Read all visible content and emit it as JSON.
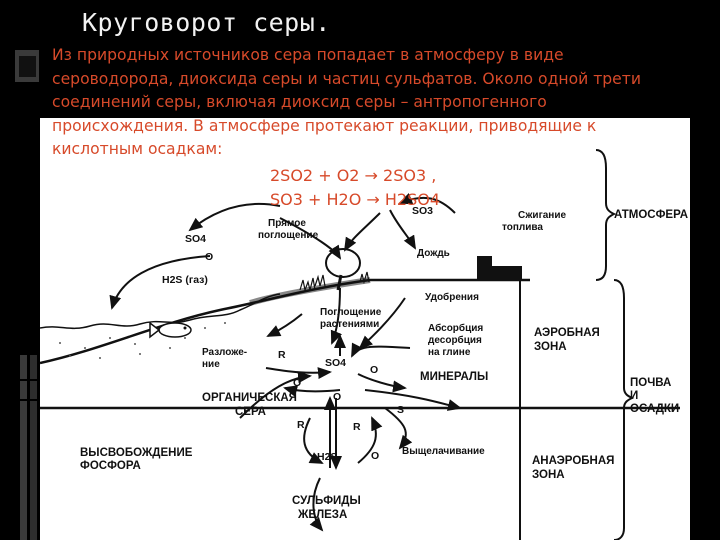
{
  "title": "Круговорот серы.",
  "body_lines": [
    "Из природных источников сера попадает в атмосферу в виде",
    "сероводорода, диоксида серы и частиц сульфатов. Около одной трети",
    "соединений серы, включая диоксид серы – антропогенного",
    "происхождения. В атмосфере протекают реакции, приводящие к",
    "кислотным осадкам:"
  ],
  "equations": [
    "2SO2 + O2 → 2SO3 ,",
    "SO3 + H2O → H2SO4"
  ],
  "diagram": {
    "labels": {
      "so3": "SO3",
      "direct_absorption": [
        "Прямое",
        "поглощение"
      ],
      "fuel_burning": [
        "Сжигание",
        "топлива"
      ],
      "atmosphere": "АТМОСФЕРА",
      "so4_top": "SO4",
      "o_top": "O",
      "h2s_gas": "H2S (газ)",
      "rain": "Дождь",
      "fertilizers": "Удобрения",
      "plant_uptake": [
        "Поглощение",
        "растениями"
      ],
      "absorption_desorption": [
        "Абсорбция",
        "десорбция",
        "на глине"
      ],
      "aerobic_zone": [
        "АЭРОБНАЯ",
        "ЗОНА"
      ],
      "decomposition": [
        "Разложе-",
        "ние"
      ],
      "r1": "R",
      "so4_mid": "SO4",
      "o_mid": "O",
      "minerals": "МИНЕРАЛЫ",
      "soil": [
        "ПОЧВА",
        "И",
        "ОСАДКИ"
      ],
      "organic_sulfur": [
        "ОРГАНИЧЕСКАЯ",
        "СЕРА"
      ],
      "o_left": "O",
      "o_center": "O",
      "s_label": "S",
      "r2": "R",
      "r3": "R",
      "phosphorus_release": [
        "ВЫСВОБОЖДЕНИЕ",
        "ФОСФОРА"
      ],
      "h2s_bottom": "H2S",
      "o_bottom": "O",
      "leaching": "Выщелачивание",
      "anaerobic_zone": [
        "АНАЭРОБНАЯ",
        "ЗОНА"
      ],
      "iron_sulfides": [
        "СУЛЬФИДЫ",
        "ЖЕЛЕЗА"
      ]
    }
  },
  "colors": {
    "background": "#000000",
    "title": "#f2f2f2",
    "body_text": "#d74a2a",
    "panel": "#ffffff"
  }
}
